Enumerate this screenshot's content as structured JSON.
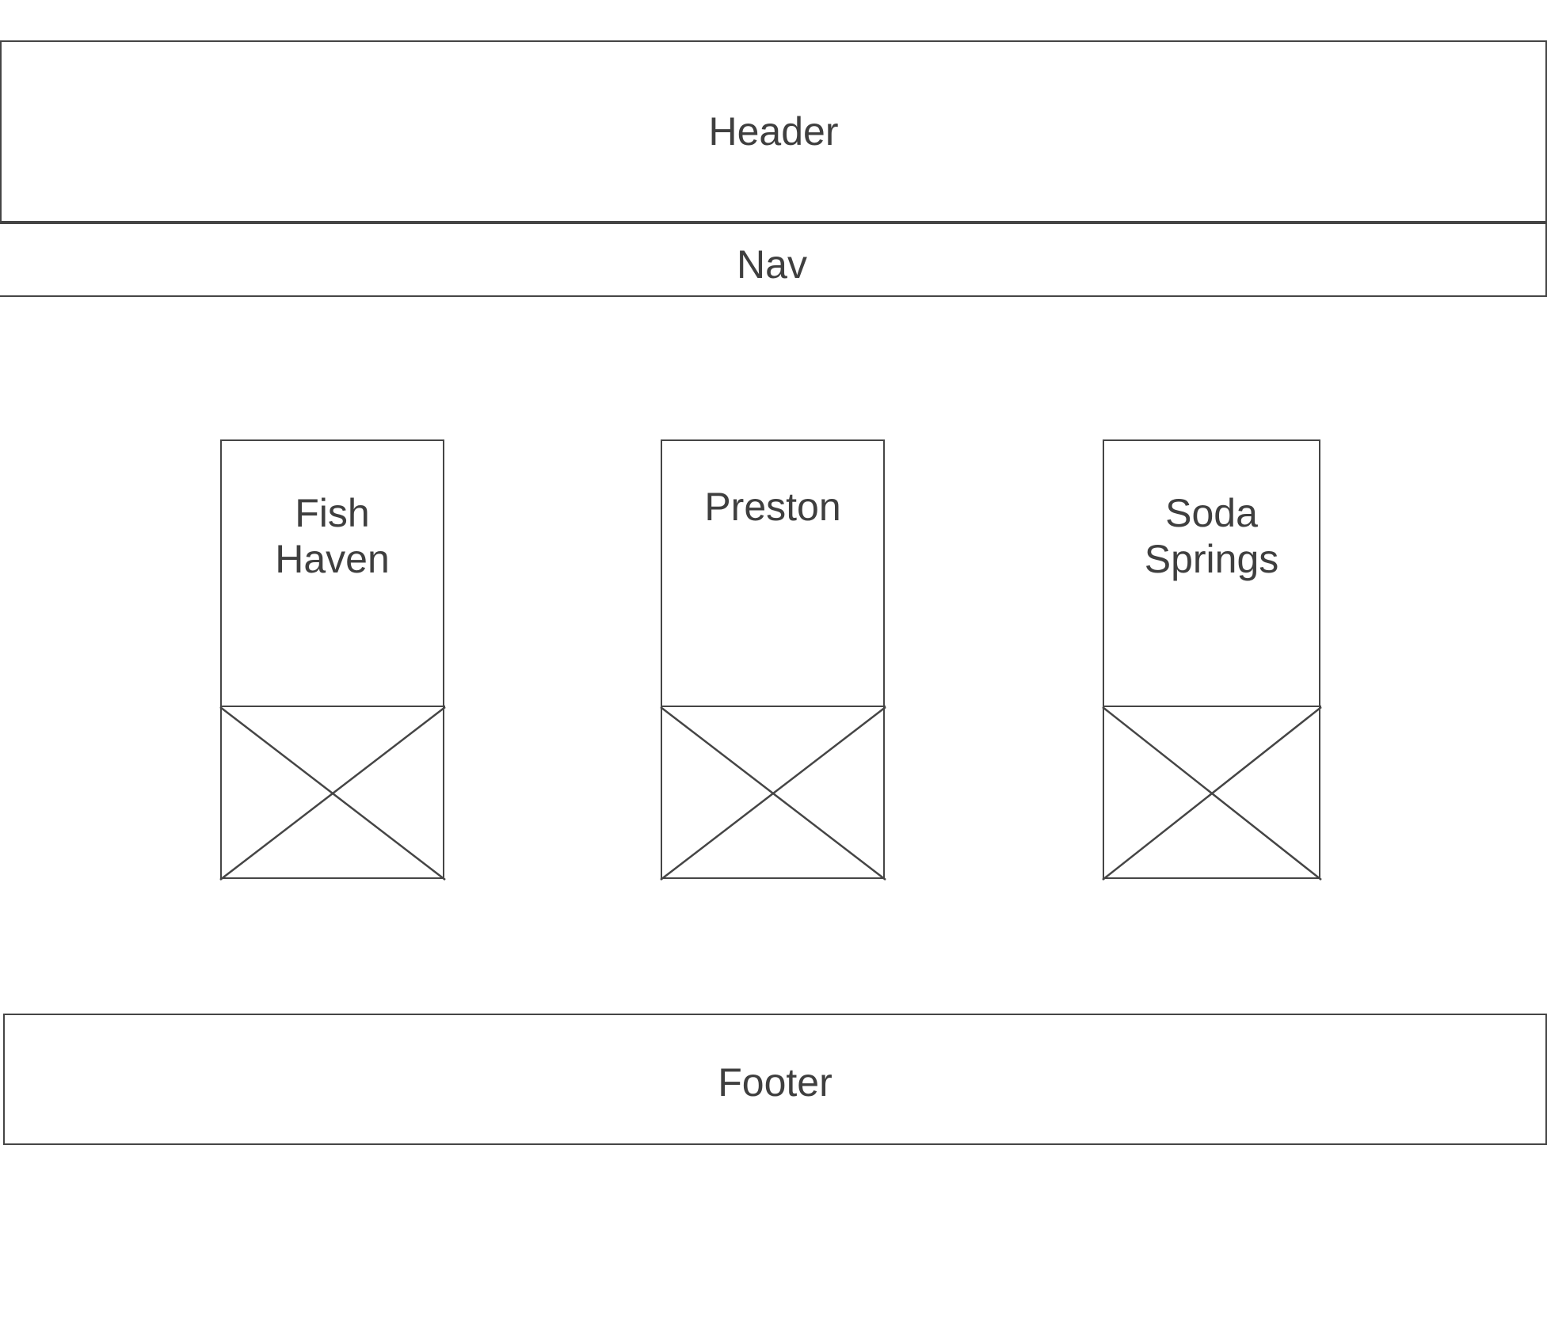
{
  "header": {
    "label": "Header"
  },
  "nav": {
    "label": "Nav"
  },
  "cards": [
    {
      "title": "Fish\nHaven",
      "image_icon": "image-placeholder-icon"
    },
    {
      "title": "Preston",
      "image_icon": "image-placeholder-icon"
    },
    {
      "title": "Soda\nSprings",
      "image_icon": "image-placeholder-icon"
    }
  ],
  "footer": {
    "label": "Footer"
  },
  "colors": {
    "stroke": "#454545",
    "text": "#3f3f3f",
    "background": "#ffffff"
  }
}
